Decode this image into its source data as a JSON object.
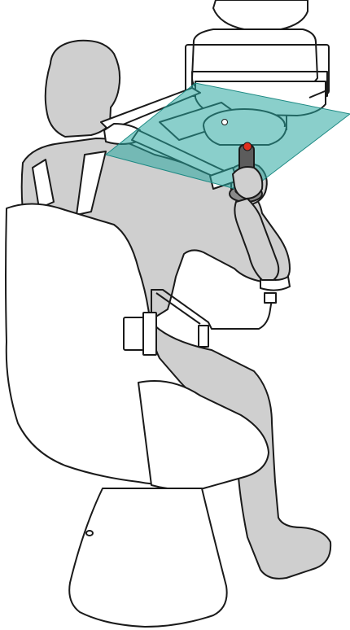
{
  "figure": {
    "palette": {
      "background": "#ffffff",
      "outline": "#1a1a1a",
      "body_fill": "#cfcfcf",
      "chair_fill": "#ffffff",
      "workspace_plane": "#2aa7a0",
      "workspace_plane_opacity": 0.55,
      "handle": "#5c5c5c",
      "handle_tip": "#e0301e",
      "start_target": "#ffffff"
    },
    "elements": {
      "seated_subject": "person-silhouette",
      "chair": "armchair",
      "robot": "planar-manipulandum",
      "workspace": "horizontal-plane",
      "handle_marker": "red-dot",
      "target_marker": "white-dot",
      "sensor_box": "amplifier-box",
      "cable": "signal-cable"
    }
  }
}
